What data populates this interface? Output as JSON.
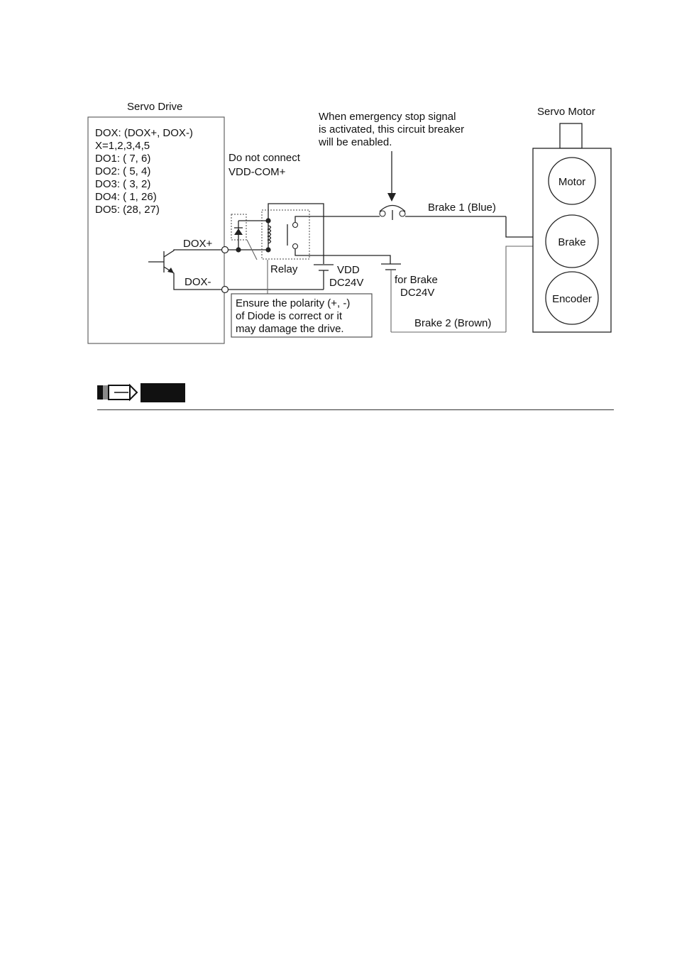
{
  "servo_drive": {
    "title": "Servo Drive",
    "spec_lines": [
      "DOX: (DOX+, DOX-)",
      "X=1,2,3,4,5",
      "DO1: ( 7,  6)",
      "DO2: ( 5,  4)",
      "DO3: ( 3,  2)",
      "DO4: ( 1, 26)",
      "DO5: (28, 27)"
    ],
    "dox_plus": "DOX+",
    "dox_minus": "DOX-"
  },
  "notes": {
    "no_connect": [
      "Do not connect",
      "VDD-COM+"
    ],
    "emergency": [
      "When emergency stop signal",
      "is activated, this circuit breaker",
      "will be enabled."
    ],
    "polarity": [
      "Ensure the polarity (+, -)",
      "of Diode is correct or it",
      "may damage the drive."
    ]
  },
  "relay": {
    "label": "Relay"
  },
  "vdd": {
    "label": "VDD",
    "voltage": "DC24V"
  },
  "brake_supply": {
    "label": "for Brake",
    "voltage": "DC24V"
  },
  "wires": {
    "brake1": "Brake 1 (Blue)",
    "brake2": "Brake 2 (Brown)"
  },
  "servo_motor": {
    "title": "Servo Motor",
    "components": [
      "Motor",
      "Brake",
      "Encoder"
    ]
  },
  "colors": {
    "note_bar_dark": "#111111",
    "note_bar_grey": "#8a8a8a"
  }
}
